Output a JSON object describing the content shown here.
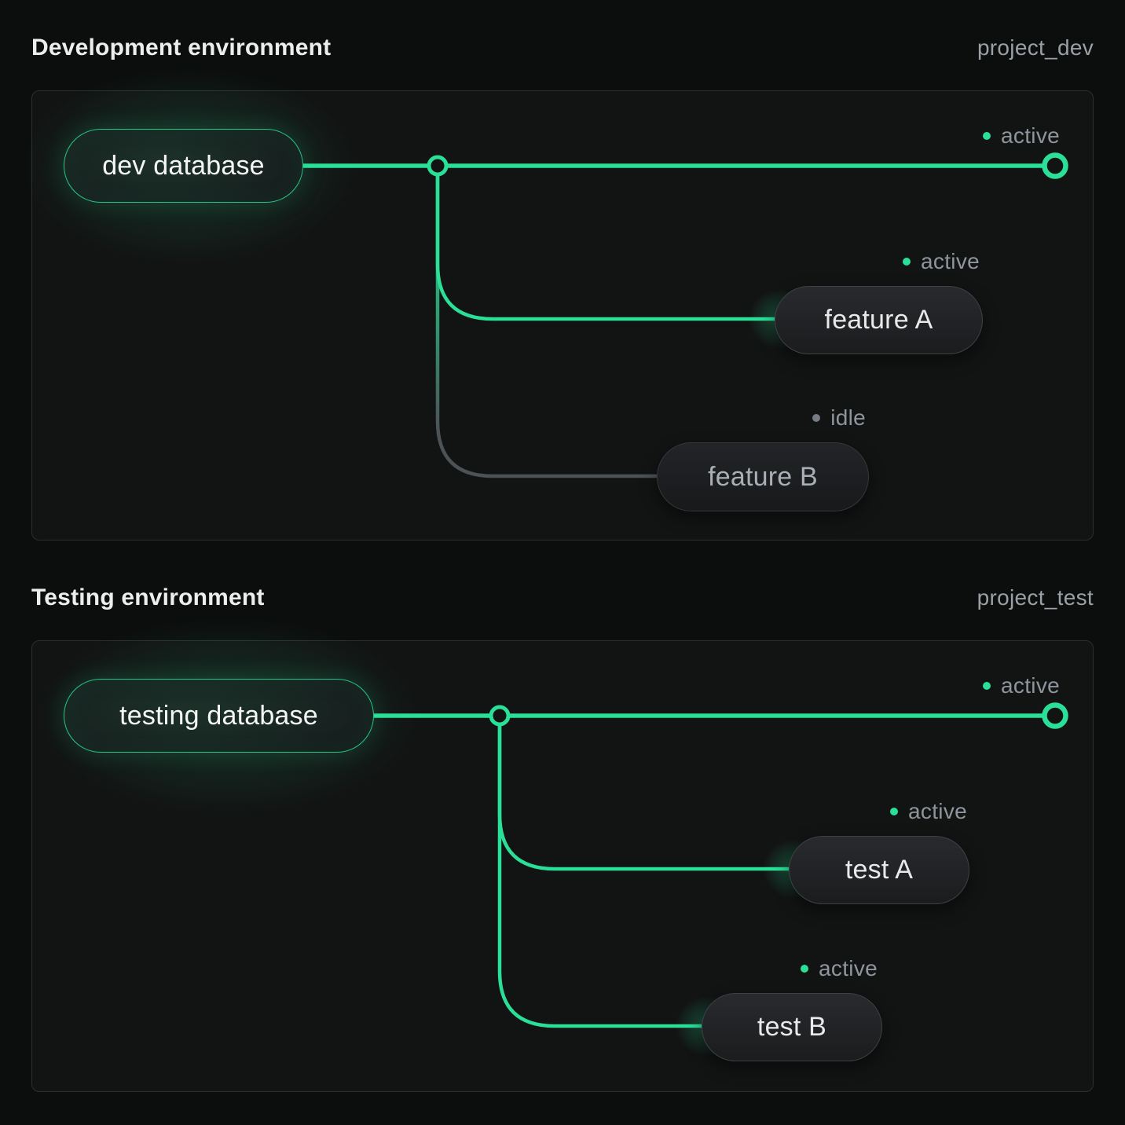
{
  "app": {
    "accent_color": "#2ae098",
    "idle_color": "#767c83",
    "status_text_color": "#8f959c"
  },
  "sections": [
    {
      "title": "Development environment",
      "project_id": "project_dev",
      "database": {
        "label": "dev database",
        "status": "active"
      },
      "branches": [
        {
          "label": "feature A",
          "status": "active"
        },
        {
          "label": "feature B",
          "status": "idle"
        }
      ]
    },
    {
      "title": "Testing environment",
      "project_id": "project_test",
      "database": {
        "label": "testing database",
        "status": "active"
      },
      "branches": [
        {
          "label": "test A",
          "status": "active"
        },
        {
          "label": "test B",
          "status": "active"
        }
      ]
    }
  ]
}
